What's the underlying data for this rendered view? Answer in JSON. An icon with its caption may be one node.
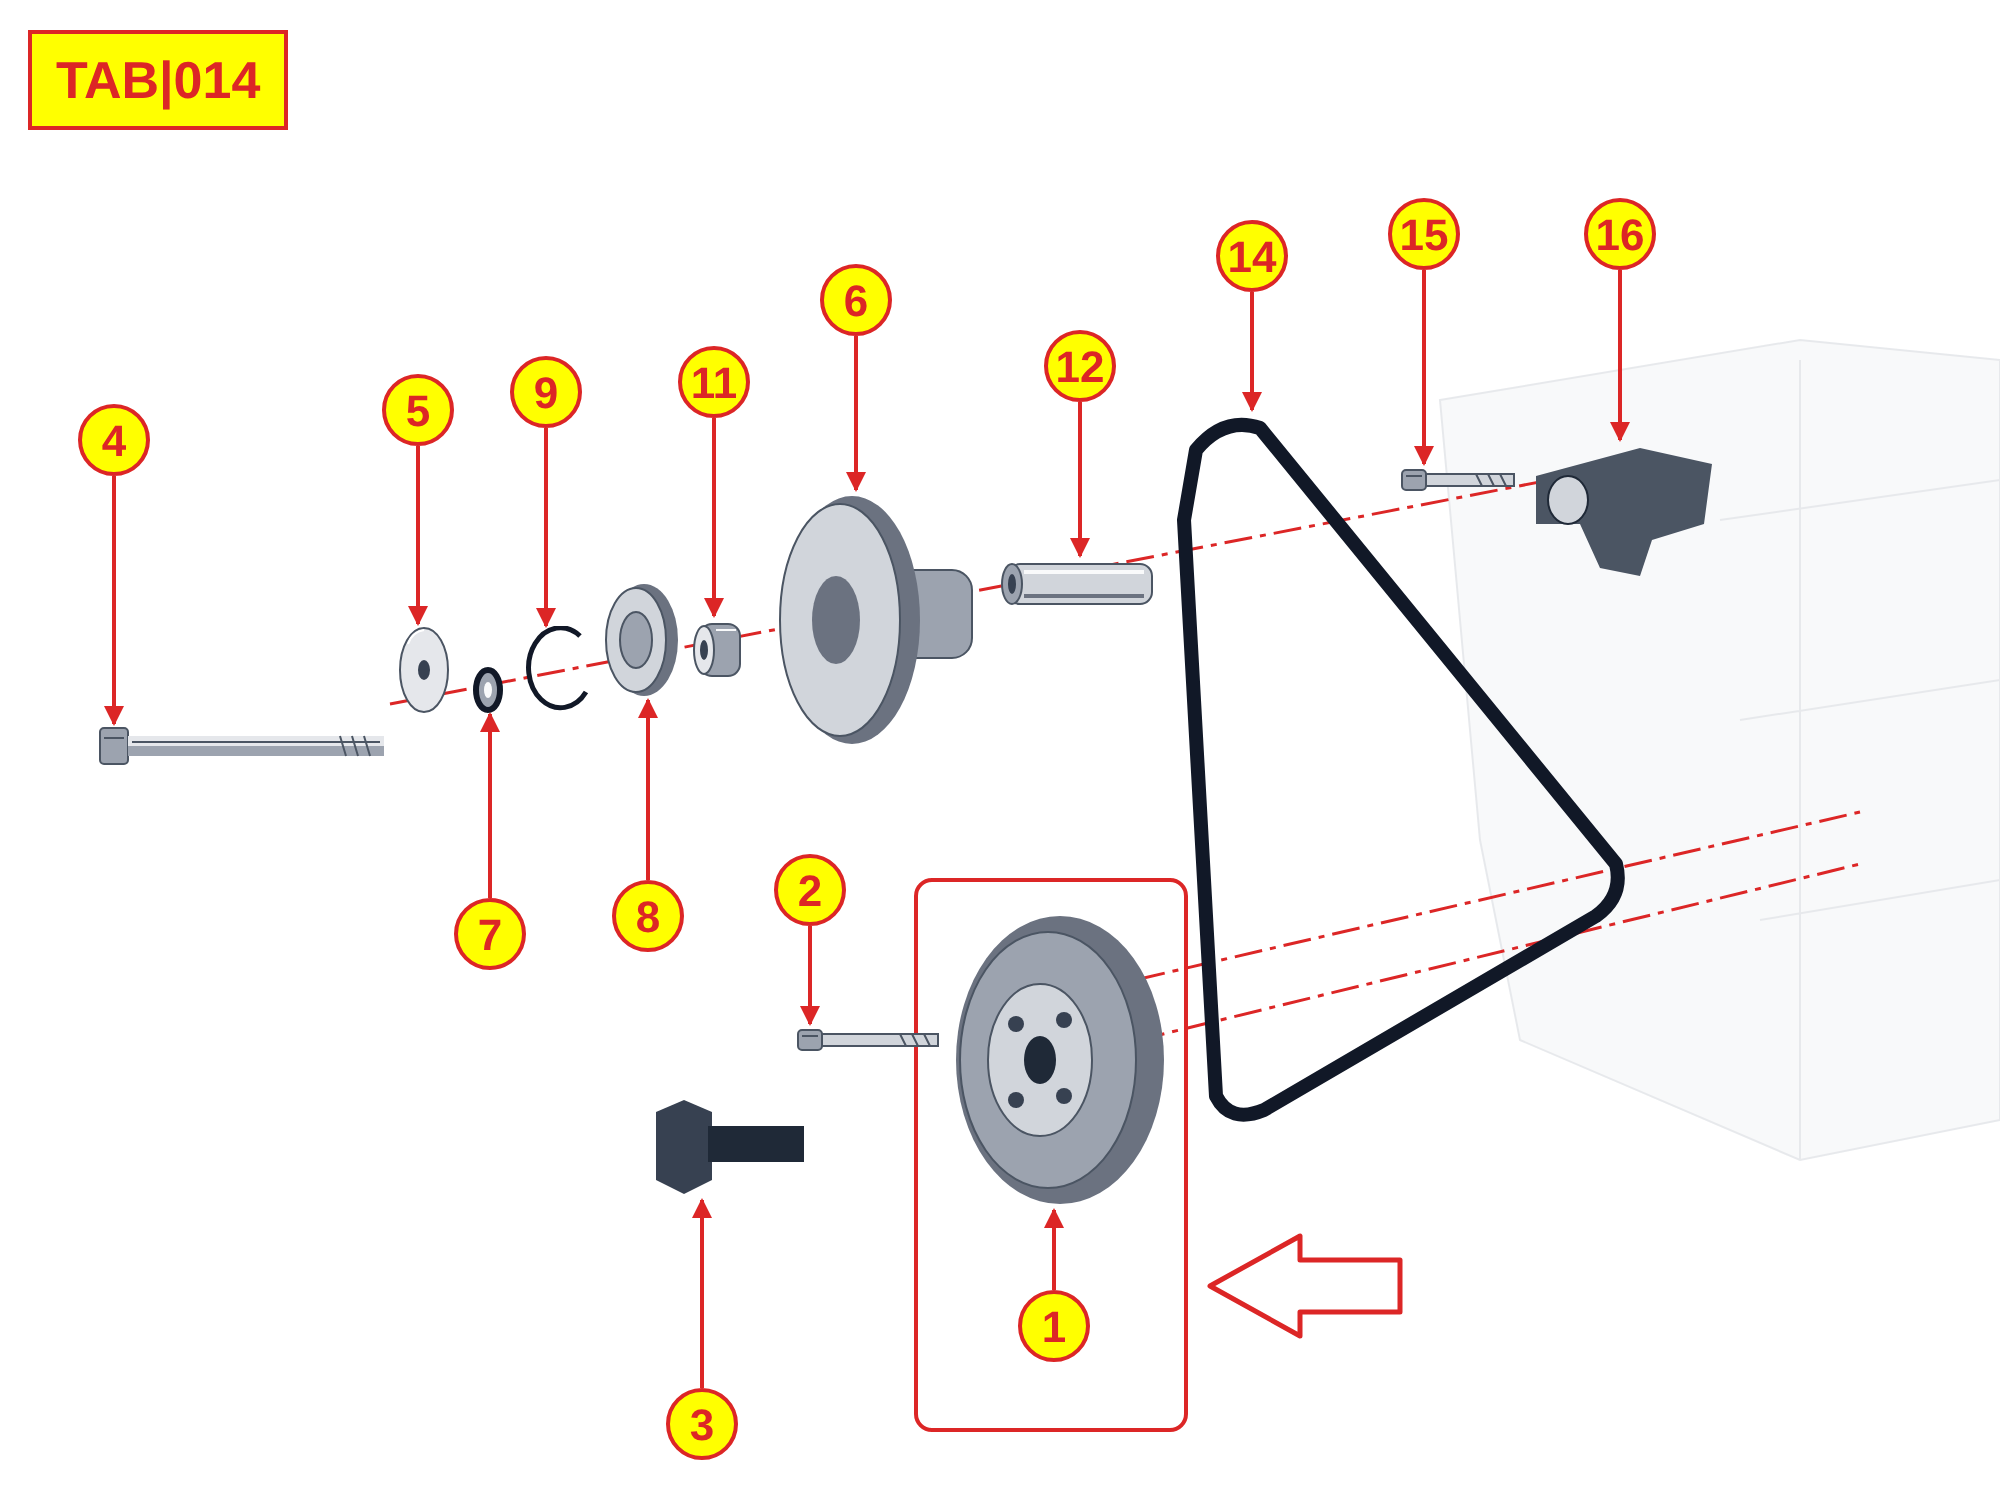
{
  "diagram": {
    "title": "TAB|014",
    "nodes": [
      {
        "text": [
          "1"
        ]
      },
      {
        "text": [
          "2"
        ]
      },
      {
        "text": [
          "3"
        ]
      },
      {
        "text": [
          "4"
        ]
      },
      {
        "text": [
          "5"
        ]
      },
      {
        "text": [
          "6"
        ]
      },
      {
        "text": [
          "7"
        ]
      },
      {
        "text": [
          "8"
        ]
      },
      {
        "text": [
          "9"
        ]
      },
      {
        "text": [
          "11"
        ]
      },
      {
        "text": [
          "12"
        ]
      },
      {
        "text": [
          "14"
        ]
      },
      {
        "text": [
          "15"
        ]
      },
      {
        "text": [
          "16"
        ]
      },
      {
        "text": [],
        "shape": "picture"
      },
      {
        "text": [],
        "shape": "picture"
      },
      {
        "text": [],
        "shape": "picture"
      },
      {
        "text": [],
        "shape": "picture"
      },
      {
        "text": [],
        "shape": "picture"
      },
      {
        "text": [],
        "shape": "picture"
      },
      {
        "text": [],
        "shape": "picture"
      },
      {
        "text": [],
        "shape": "picture"
      },
      {
        "text": [],
        "shape": "picture"
      },
      {
        "text": [],
        "shape": "picture"
      },
      {
        "text": [],
        "shape": "picture"
      },
      {
        "text": [],
        "shape": "picture"
      },
      {
        "text": [],
        "shape": "picture"
      },
      {
        "text": [],
        "shape": "picture"
      }
    ],
    "edges": [
      {
        "from": 0,
        "to": 14,
        "arrow": "to"
      },
      {
        "from": 1,
        "to": 15,
        "arrow": "to"
      },
      {
        "from": 2,
        "to": 16,
        "arrow": "to"
      },
      {
        "from": 3,
        "to": 17,
        "arrow": "to"
      },
      {
        "from": 4,
        "to": 18,
        "arrow": "to"
      },
      {
        "from": 5,
        "to": 19,
        "arrow": "to"
      },
      {
        "from": 6,
        "to": 20,
        "arrow": "to"
      },
      {
        "from": 7,
        "to": 21,
        "arrow": "to"
      },
      {
        "from": 8,
        "to": 22,
        "arrow": "to"
      },
      {
        "from": 9,
        "to": 23,
        "arrow": "to"
      },
      {
        "from": 10,
        "to": 24,
        "arrow": "to"
      },
      {
        "from": 11,
        "to": 25,
        "arrow": "to"
      },
      {
        "from": 12,
        "to": 26,
        "arrow": "to"
      },
      {
        "from": 13,
        "to": 27,
        "arrow": "to"
      }
    ]
  }
}
